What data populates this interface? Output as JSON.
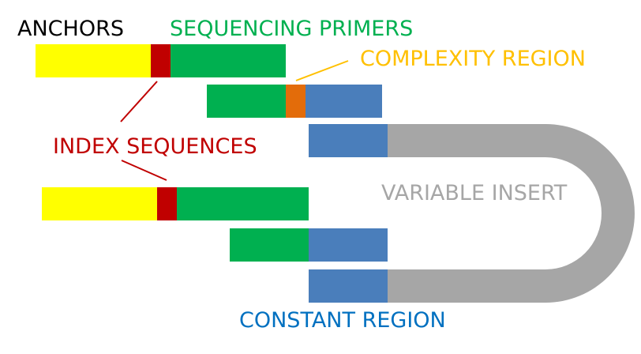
{
  "labels": {
    "anchors": "ANCHORS",
    "sequencing_primers": "SEQUENCING PRIMERS",
    "complexity_region": "COMPLEXITY REGION",
    "index_sequences": "INDEX SEQUENCES",
    "variable_insert": "VARIABLE INSERT",
    "constant_region": "CONSTANT REGION"
  },
  "colors": {
    "anchor": "#FFFF00",
    "index": "#C00000",
    "primer": "#00B050",
    "complexity": "#E36C0A",
    "constant": "#4A7EBB",
    "insert": "#A6A6A6",
    "anchors_text": "#000000",
    "primers_text": "#00B050",
    "complexity_text": "#FFC000",
    "index_text": "#C00000",
    "insert_text": "#A6A6A6",
    "constant_text": "#0070C0"
  },
  "segments": [
    {
      "row": "top-adapter",
      "parts": [
        "anchor",
        "index",
        "primer"
      ]
    },
    {
      "row": "top-primer-binding",
      "parts": [
        "primer",
        "complexity",
        "constant"
      ]
    },
    {
      "row": "top-template-strand",
      "parts": [
        "constant",
        "insert"
      ]
    },
    {
      "row": "bottom-adapter",
      "parts": [
        "anchor",
        "index",
        "primer"
      ]
    },
    {
      "row": "bottom-primer-binding",
      "parts": [
        "primer",
        "constant"
      ]
    },
    {
      "row": "bottom-template-strand",
      "parts": [
        "constant",
        "insert"
      ]
    }
  ]
}
